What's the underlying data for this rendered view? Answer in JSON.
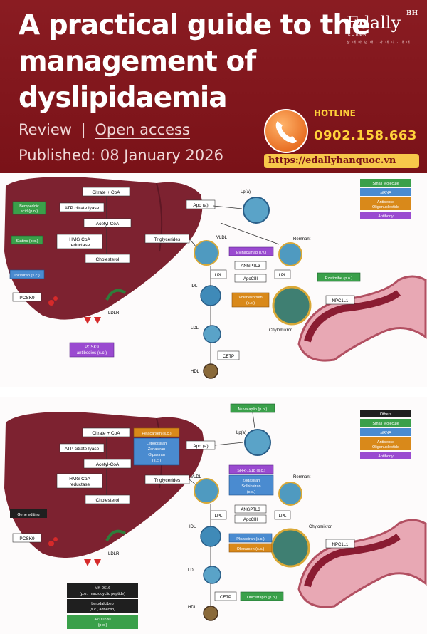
{
  "header": {
    "title_line1": "A practical guide to the",
    "title_line2": "management of",
    "title_line3": "dyslipidaemia",
    "review": "Review",
    "separator": "|",
    "open_access": "Open access",
    "published": "Published: 08 January 2026"
  },
  "brand": {
    "name": "Edally",
    "superscript": "BH",
    "country": "KOREA",
    "tagline": "상 대 마 년 대 · 가 대 나 · 대 대",
    "hotline_label": "HOTLINE",
    "phone": "0902.158.663",
    "url": "https://edallyhanquoc.vn"
  },
  "colors": {
    "header_bg": "#7a1218",
    "liver": "#7d2230",
    "small_molecule": "#3aa04a",
    "sirna": "#4a8bd0",
    "antisense": "#d9891a",
    "antibody": "#9a4ad0",
    "others": "#1f1f1f"
  },
  "diagram1": {
    "citrate": "Citrate + CoA",
    "atp": "ATP citrate lyase",
    "acetyl": "Acetyl-CoA",
    "hmg": "HMG CoA\nreductase",
    "cholesterol": "Cholesterol",
    "triglycerides": "Triglycerides",
    "apoa": "Apo (a)",
    "lpa": "Lp(a)",
    "vldl": "VLDL",
    "remnant": "Remnant",
    "evinacumab": "Evinacumab (i.v.)",
    "angptl3": "ANGPTL3",
    "apociii": "ApoCIII",
    "lpl_left": "LPL",
    "lpl_right": "LPL",
    "idl": "IDL",
    "volanesorsen": "Volanesorsen\n(s.c.)",
    "chylomikron": "Chylomikron",
    "ldl": "LDL",
    "cetp": "CETP",
    "hdl": "HDL",
    "ezetimibe": "Ezetimibe (p.o.)",
    "npc1l1": "NPC1L1",
    "bempedoic": "Bempedoic\nacid (p.o.)",
    "statins": "Statins (p.o.)",
    "inclisiran": "Inclisiran (s.c.)",
    "pcsk9": "PCSK9",
    "ldlr": "LDLR",
    "pcsk9_ab": "PCSK9\nantibodies (s.c.)",
    "legend": [
      "Small Molecule",
      "siRNA",
      "Antisense\nOligonucleotide",
      "Antibody"
    ]
  },
  "diagram2": {
    "citrate": "Citrate + CoA",
    "atp": "ATP citrate lyase",
    "acetyl": "Acetyl-CoA",
    "hmg": "HMG CoA\nreductase",
    "cholesterol": "Cholesterol",
    "triglycerides": "Triglycerides",
    "pelacarsen": "Pelacarsen (s.c.)",
    "lepodisiran": "Lepodisiran\nZerlasiran\nOlpasiran\n(s.c.)",
    "apoa": "Apo (a)",
    "lpa": "Lp(a)",
    "muvalaplin": "Muvalaplin (p.o.)",
    "vldl": "VLDL",
    "shr": "SHR-1918 (s.c.)",
    "zodasiran": "Zodasiran\nSolbinsiran\n(s.c.)",
    "remnant": "Remnant",
    "angptl3": "ANGPTL3",
    "apociii": "ApoCIII",
    "lpl_left": "LPL",
    "lpl_right": "LPL",
    "idl": "IDL",
    "plozasiran": "Plozasiran (s.c.)",
    "olezarsen": "Olezarsen (s.c.)",
    "chylomikron": "Chylomikron",
    "npc1l1": "NPC1L1",
    "ldl": "LDL",
    "cetp": "CETP",
    "obicetrapib": "Obicetrapib (p.o.)",
    "hdl": "HDL",
    "gene_editing": "Gene editing",
    "pcsk9": "PCSK9",
    "ldlr": "LDLR",
    "mk0616": "MK-0616\n(p.o., macrocyclic peptide)",
    "lerodalcibep": "Lerodalcibep\n(s.c., adnectin)",
    "azd0780": "AZD0780\n(p.o.)",
    "legend": [
      "Others",
      "Small Molecule",
      "siRNA",
      "Antisense\nOligonucleotide",
      "Antibody"
    ]
  }
}
